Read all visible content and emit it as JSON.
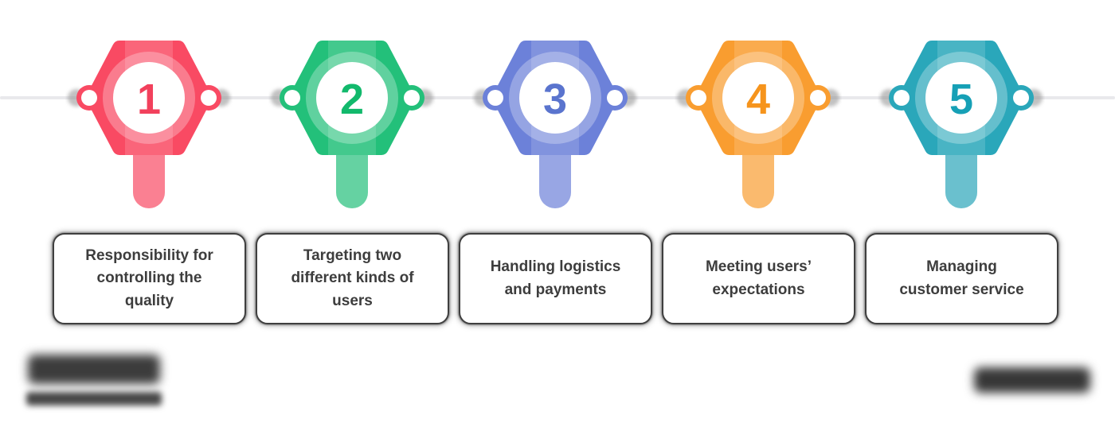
{
  "steps": [
    {
      "number": "1",
      "label": "Responsibility for\ncontrolling the\nquality",
      "color": "#F94A63",
      "number_color": "#F2405C"
    },
    {
      "number": "2",
      "label": "Targeting two\ndifferent kinds of\nusers",
      "color": "#23C07A",
      "number_color": "#12B96C"
    },
    {
      "number": "3",
      "label": "Handling logistics\nand payments",
      "color": "#6C81D9",
      "number_color": "#5A74CE"
    },
    {
      "number": "4",
      "label": "Meeting users’\nexpectations",
      "color": "#F99D30",
      "number_color": "#F6941C"
    },
    {
      "number": "5",
      "label": "Managing\ncustomer service",
      "color": "#2AA7BA",
      "number_color": "#16A0B6"
    }
  ],
  "timeline": {
    "line_color": "#E9E9EC",
    "dot_color": "#FFFFFF",
    "dot_shadow_color": "#8F8F8F"
  },
  "branding": {
    "left_logo_state": "blurred-illegible",
    "right_logo_state": "blurred-illegible"
  }
}
